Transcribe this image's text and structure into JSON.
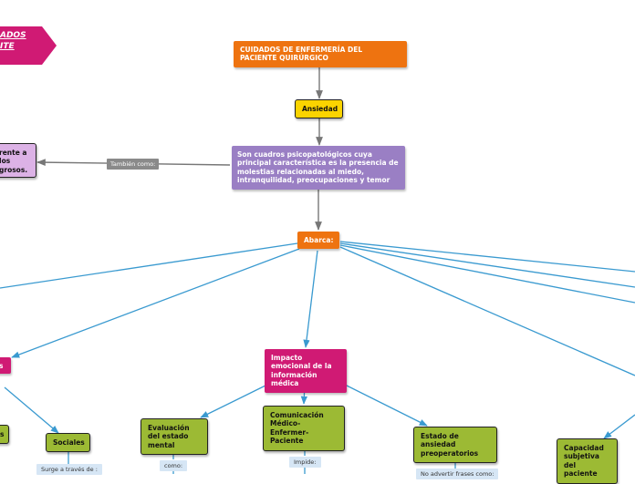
{
  "banner": {
    "text": "ADOS\nITE"
  },
  "nodes": {
    "title": "CUIDADOS DE ENFERMERÍA DEL PACIENTE QUIRÚRGICO",
    "ansiedad": "Ansiedad",
    "definicion": "Son cuadros psicopatológicos cuya principal característica es la presencia de molestias relacionadas al miedo, intranquilidad, preocupaciones y temor",
    "left_lilac": "rente a\nlos\ngrosos.",
    "abarca": "Abarca:",
    "impacto": "Impacto emocional de la información médica",
    "pink_left": "s",
    "green_left_edge": "s",
    "sociales": "Sociales",
    "evaluacion": "Evaluación del estado mental",
    "comunicacion": "Comunicación Médico- Enfermer- Paciente",
    "estado_ansiedad": "Estado de ansiedad preoperatorios",
    "capacidad": "Capacidad subjetiva del paciente"
  },
  "labels": {
    "tambien": "También como:",
    "surge": "Surge a través de :",
    "como": "como:",
    "impide": "Impide:",
    "no_advertir": "No advertir frases como:"
  },
  "colors": {
    "orange": "#ee7310",
    "yellow": "#fbd400",
    "purple": "#9a7fc4",
    "pink": "#d01a74",
    "lilac": "#dcb2e6",
    "green": "#9cba34",
    "connector_grey": "#777777",
    "connector_blue": "#3a9ad0"
  }
}
